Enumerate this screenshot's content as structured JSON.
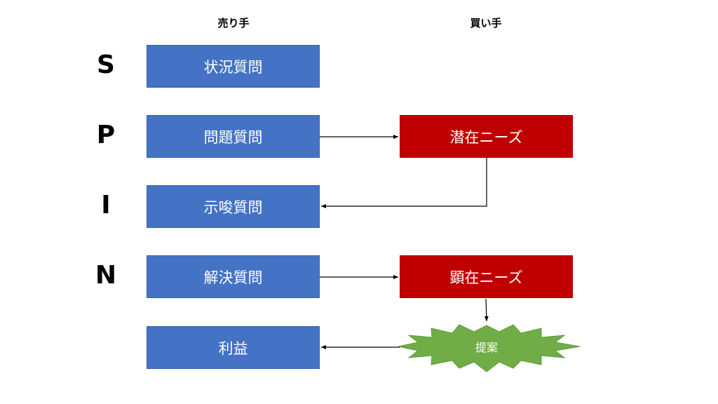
{
  "headers": {
    "seller": "売り手",
    "buyer": "買い手"
  },
  "letters": {
    "s": "S",
    "p": "P",
    "i": "I",
    "n": "N"
  },
  "seller_boxes": {
    "situation": "状況質問",
    "problem": "問題質問",
    "implication": "示唆質問",
    "need_payoff": "解決質問",
    "benefit": "利益"
  },
  "buyer_boxes": {
    "latent_needs": "潜在ニーズ",
    "explicit_needs": "顕在ニーズ"
  },
  "proposal": "提案",
  "colors": {
    "seller_box": "#4472C4",
    "buyer_box": "#C00000",
    "proposal_burst": "#70AD47",
    "arrow": "#000000"
  }
}
